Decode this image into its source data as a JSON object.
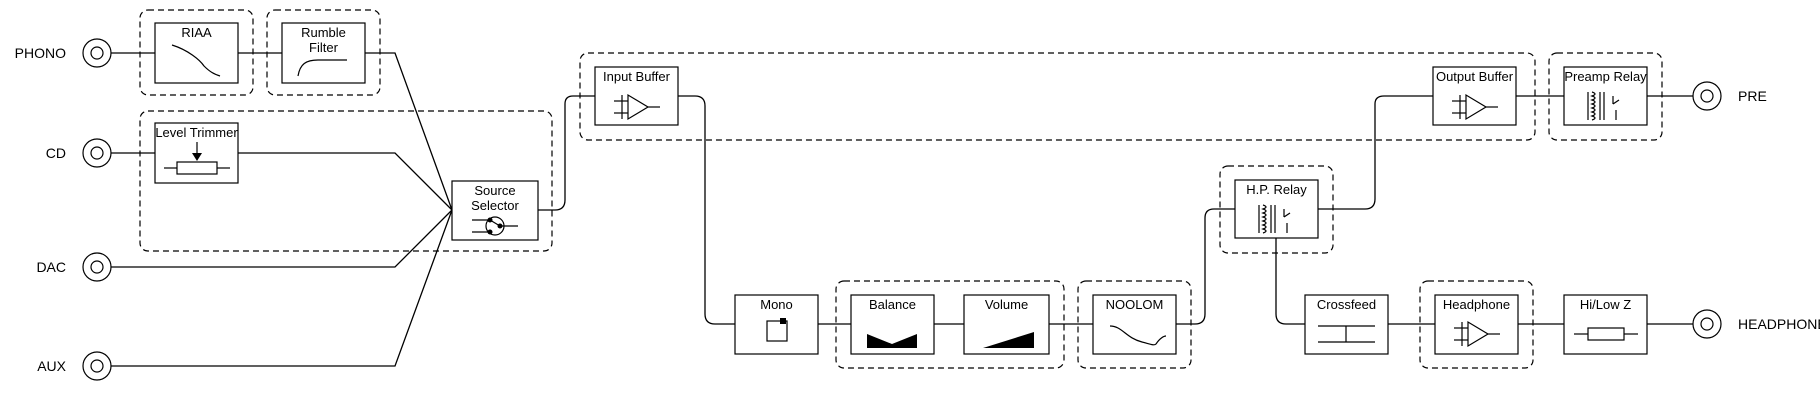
{
  "inputs": {
    "phono": "PHONO",
    "cd": "CD",
    "dac": "DAC",
    "aux": "AUX"
  },
  "outputs": {
    "pre": "PRE",
    "headphone": "HEADPHONE"
  },
  "blocks": {
    "riaa": "RIAA",
    "rumble_1": "Rumble",
    "rumble_2": "Filter",
    "level_trimmer": "Level Trimmer",
    "source_1": "Source",
    "source_2": "Selector",
    "input_buffer": "Input Buffer",
    "output_buffer": "Output Buffer",
    "preamp_relay": "Preamp Relay",
    "hp_relay": "H.P. Relay",
    "mono": "Mono",
    "balance": "Balance",
    "volume": "Volume",
    "noolom": "NOOLOM",
    "crossfeed": "Crossfeed",
    "headphone_amp": "Headphone",
    "hilow_z": "Hi/Low Z"
  }
}
